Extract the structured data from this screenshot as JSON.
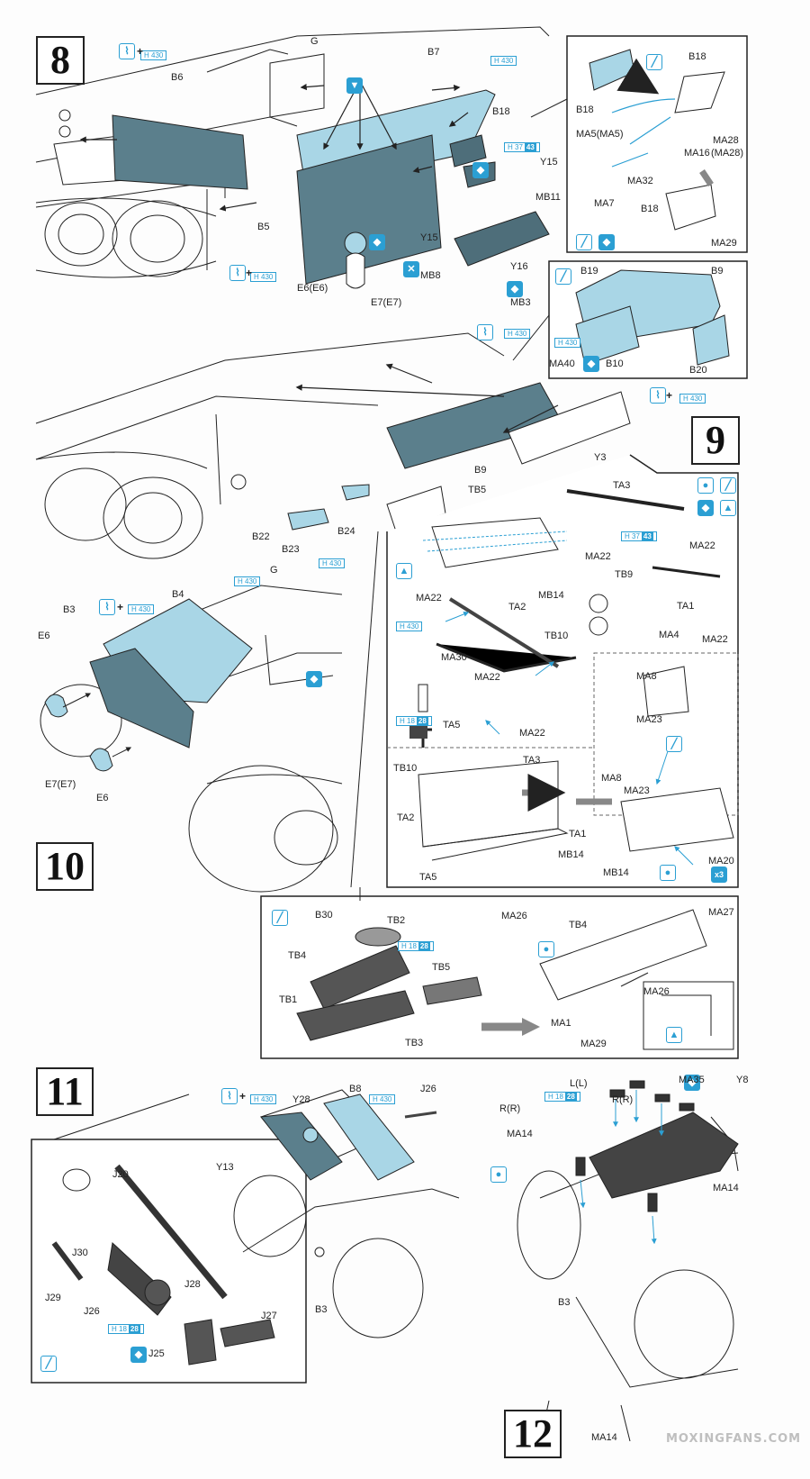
{
  "steps": {
    "s8": "8",
    "s9": "9",
    "s10": "10",
    "s11": "11",
    "s12": "12"
  },
  "hcodes": {
    "h430": "430",
    "h37": "37",
    "h37b": "43",
    "h18": "18",
    "h18b": "28"
  },
  "labels": {
    "G1": "G",
    "B7": "B7",
    "B6": "B6",
    "B18a": "B18",
    "Y15a": "Y15",
    "MB11": "MB11",
    "B5": "B5",
    "Y15b": "Y15",
    "MB8": "MB8",
    "Y16": "Y16",
    "MB3": "MB3",
    "E6E6": "E6(E6)",
    "E7E7a": "E7(E7)",
    "B18b": "B18",
    "B18c": "B18",
    "MA5": "MA5(MA5)",
    "MA16": "MA16",
    "MA28": "MA28",
    "MA28b": "(MA28)",
    "MA7": "MA7",
    "MA32": "MA32",
    "B18d": "B18",
    "MA29a": "MA29",
    "B19": "B19",
    "B9a": "B9",
    "MA40": "MA40",
    "B10": "B10",
    "B20": "B20",
    "B22": "B22",
    "B23": "B23",
    "B24": "B24",
    "TB5a": "TB5",
    "B9b": "B9",
    "Y3": "Y3",
    "TA3a": "TA3",
    "MA22a": "MA22",
    "MA22b": "MA22",
    "MB14a": "MB14",
    "TB9": "TB9",
    "TB10a": "TB10",
    "MA4": "MA4",
    "TA1a": "TA1",
    "MA22c": "MA22",
    "MA22d": "MA22",
    "TA2a": "TA2",
    "MA30": "MA30",
    "MA22e": "MA22",
    "TA5a": "TA5",
    "MA22f": "MA22",
    "MA8a": "MA8",
    "MA23a": "MA23",
    "MA8b": "MA8",
    "MA23b": "MA23",
    "TB10b": "TB10",
    "TA3b": "TA3",
    "TA2b": "TA2",
    "TA1b": "TA1",
    "TA5b": "TA5",
    "MB14b": "MB14",
    "MB14c": "MB14",
    "MA20": "MA20",
    "G2": "G",
    "B3a": "B3",
    "B4": "B4",
    "E6a": "E6",
    "E7E7b": "E7(E7)",
    "E6b": "E6",
    "B30": "B30",
    "TB2": "TB2",
    "TB4a": "TB4",
    "TB5b": "TB5",
    "TB1": "TB1",
    "TB3": "TB3",
    "MA26a": "MA26",
    "TB4b": "TB4",
    "MA27": "MA27",
    "MA1": "MA1",
    "MA29b": "MA29",
    "MA26b": "MA26",
    "Y28": "Y28",
    "B8": "B8",
    "J26a": "J26",
    "Y13": "Y13",
    "B3b": "B3",
    "J20": "J20",
    "J30": "J30",
    "J28": "J28",
    "J29": "J29",
    "J26b": "J26",
    "J27": "J27",
    "J25": "J25",
    "MA35": "MA35",
    "Y8": "Y8",
    "LL": "L(L)",
    "RR1": "R(R)",
    "RR2": "R(R)",
    "MA14a": "MA14",
    "MA14b": "MA14",
    "B3c": "B3",
    "MA14c": "MA14"
  },
  "icons": {
    "x3": "x3"
  },
  "colors": {
    "blue": "#2b9fd3",
    "part": "#5b7f8c",
    "partLight": "#a9d6e6",
    "line": "#222222",
    "arrow": "#7a7a7a"
  },
  "watermark": "MOXINGFANS.COM"
}
